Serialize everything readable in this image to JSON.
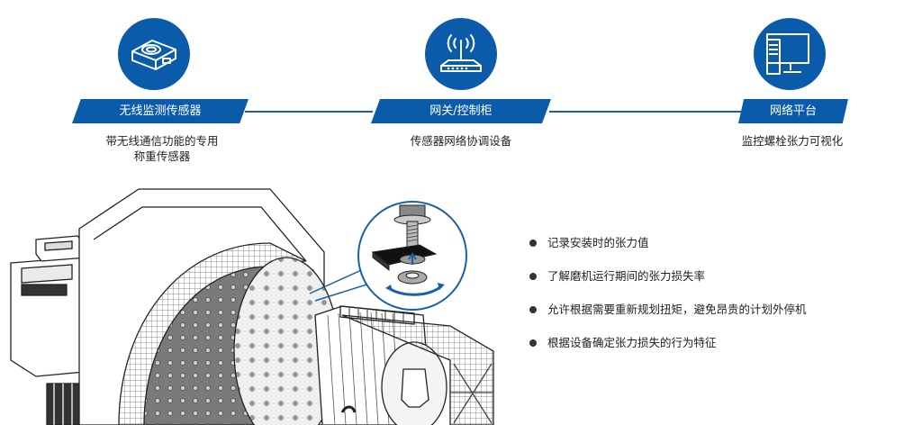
{
  "colors": {
    "brand_blue": "#0a5cab",
    "line_blue": "#1a5fa8"
  },
  "steps": [
    {
      "icon": "wireless-sensor-icon",
      "label": "无线监测传感器",
      "desc_lines": [
        "带无线通信功能的专用",
        "称重传感器"
      ]
    },
    {
      "icon": "router-icon",
      "label": "网关/控制柜",
      "desc_lines": [
        "传感器网络协调设备"
      ]
    },
    {
      "icon": "monitor-platform-icon",
      "label": "网络平台",
      "desc_lines": [
        "监控螺栓张力可视化"
      ]
    }
  ],
  "features": [
    "记录安装时的张力值",
    "了解磨机运行期间的张力损失率",
    "允许根据需要重新规划扭矩，避免昂贵的计划外停机",
    "根据设备确定张力损失的行为特征"
  ]
}
